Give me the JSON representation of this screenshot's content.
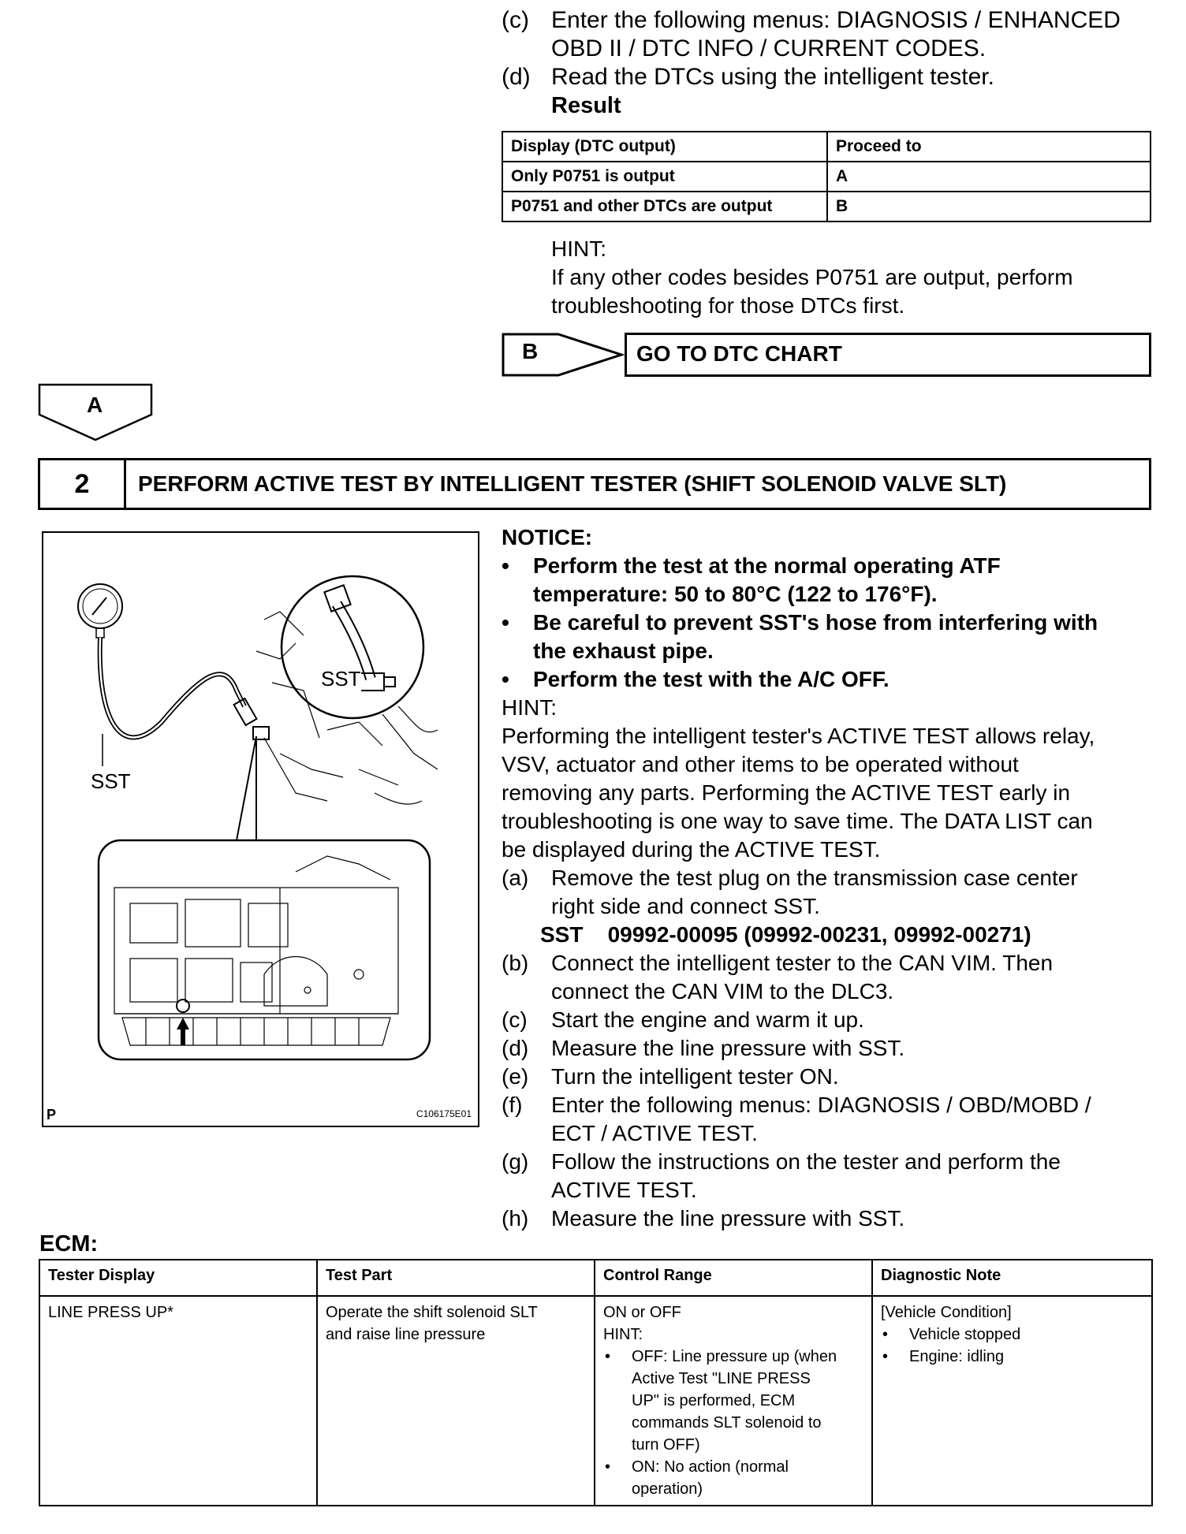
{
  "steps_top": [
    {
      "label": "(c)",
      "lines": [
        "Enter the following menus: DIAGNOSIS / ENHANCED",
        "OBD II / DTC INFO / CURRENT CODES."
      ]
    },
    {
      "label": "(d)",
      "lines": [
        "Read the DTCs using the intelligent tester."
      ]
    }
  ],
  "result_label": "Result",
  "result_table": {
    "headers": [
      "Display (DTC output)",
      "Proceed to"
    ],
    "rows": [
      [
        "Only P0751 is output",
        "A"
      ],
      [
        "P0751 and other DTCs are output",
        "B"
      ]
    ]
  },
  "hint1": {
    "title": "HINT:",
    "lines": [
      "If any other codes besides P0751 are output, perform",
      "troubleshooting for those DTCs first."
    ]
  },
  "branch_b": {
    "label": "B",
    "text": "GO TO DTC CHART"
  },
  "branch_a": {
    "label": "A"
  },
  "step2": {
    "number": "2",
    "title": "PERFORM ACTIVE TEST BY INTELLIGENT TESTER (SHIFT SOLENOID VALVE SLT)"
  },
  "figure": {
    "sst_label_1": "SST",
    "sst_label_2": "SST",
    "corner_label": "P",
    "figure_code": "C106175E01"
  },
  "notice": {
    "title": "NOTICE:",
    "bullets": [
      [
        "Perform the test at the normal operating ATF",
        "temperature: 50 to 80°C (122 to 176°F)."
      ],
      [
        "Be careful to prevent SST's hose from interfering with",
        "the exhaust pipe."
      ],
      [
        "Perform the test with the A/C OFF."
      ]
    ]
  },
  "hint2": {
    "title": "HINT:",
    "lines": [
      "Performing the intelligent tester's ACTIVE TEST allows relay,",
      "VSV, actuator and other items to be operated without",
      "removing any parts. Performing the ACTIVE TEST early in",
      "troubleshooting is one way to save time. The DATA LIST can",
      "be displayed during the ACTIVE TEST."
    ]
  },
  "steps_bottom": [
    {
      "label": "(a)",
      "lines": [
        "Remove the test plug on the transmission case center",
        "right side and connect SST."
      ]
    },
    {
      "label": "(b)",
      "lines": [
        "Connect the intelligent tester to the CAN VIM. Then",
        "connect the CAN VIM to the DLC3."
      ]
    },
    {
      "label": "(c)",
      "lines": [
        "Start the engine and warm it up."
      ]
    },
    {
      "label": "(d)",
      "lines": [
        "Measure the line pressure with SST."
      ]
    },
    {
      "label": "(e)",
      "lines": [
        "Turn the intelligent tester ON."
      ]
    },
    {
      "label": "(f)",
      "lines": [
        "Enter the following menus: DIAGNOSIS / OBD/MOBD /",
        "ECT / ACTIVE TEST."
      ]
    },
    {
      "label": "(g)",
      "lines": [
        "Follow the instructions on the tester and perform the",
        "ACTIVE TEST."
      ]
    },
    {
      "label": "(h)",
      "lines": [
        "Measure the line pressure with SST."
      ]
    }
  ],
  "sst_line": "SST    09992-00095 (09992-00231, 09992-00271)",
  "ecm_label": "ECM:",
  "ecm_table": {
    "headers": [
      "Tester Display",
      "Test Part",
      "Control Range",
      "Diagnostic Note"
    ],
    "tester_display": "LINE PRESS UP*",
    "test_part_lines": [
      "Operate the shift solenoid SLT",
      "and raise line pressure"
    ],
    "control_range": {
      "lines": [
        "ON or OFF",
        "HINT:"
      ],
      "bullets": [
        [
          "OFF: Line pressure up (when",
          "Active Test \"LINE PRESS",
          "UP\" is performed, ECM",
          "commands SLT solenoid to",
          "turn OFF)"
        ],
        [
          "ON: No action (normal",
          "operation)"
        ]
      ]
    },
    "diagnostic_note": {
      "title": "[Vehicle Condition]",
      "bullets": [
        "Vehicle stopped",
        "Engine: idling"
      ]
    }
  }
}
